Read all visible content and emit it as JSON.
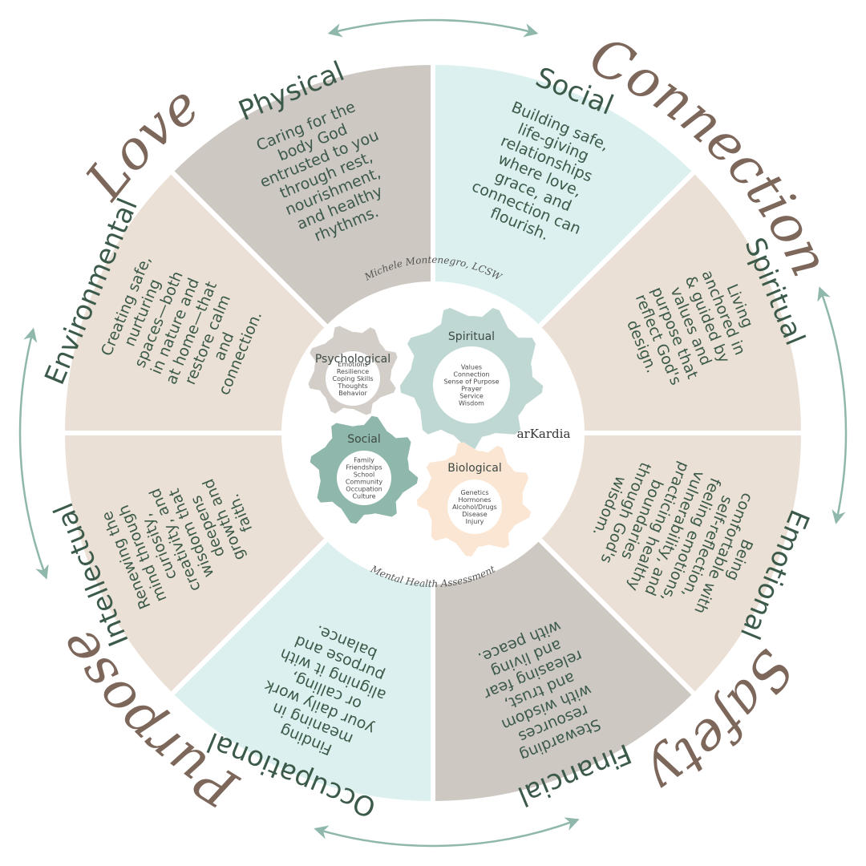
{
  "colors": {
    "mint": "#dcf1ef",
    "beige": "#ebe0d6",
    "gray": "#cdc8c1",
    "arrow": "#8fb7ac",
    "outer_word": "#7d675b",
    "text": "#3c5a4a"
  },
  "outer_words": [
    "Love",
    "Connection",
    "Safety",
    "Purpose"
  ],
  "segments": [
    {
      "title": "Social",
      "lines": [
        "Building safe,",
        "life-giving",
        "relationships",
        "where love,",
        "grace, and",
        "connection can",
        "flourish."
      ],
      "color": "mint"
    },
    {
      "title": "Spiritual",
      "lines": [
        "Living",
        "anchored in",
        "& guided by",
        "values and",
        "purpose that",
        "reflect God's",
        "design."
      ],
      "color": "beige"
    },
    {
      "title": "Emotional",
      "lines": [
        "Being",
        "comfortable with",
        "self-reflection,",
        "feeling emotions,",
        "vulnerability, and",
        "practicing healthy",
        "boundaries",
        "through God's",
        "wisdom."
      ],
      "color": "beige"
    },
    {
      "title": "Financial",
      "lines": [
        "Stewarding",
        "resources",
        "with wisdom",
        "and trust,",
        "releasing fear",
        "and living",
        "with peace."
      ],
      "color": "gray"
    },
    {
      "title": "Occupational",
      "lines": [
        "Finding",
        "meaning in",
        "your daily work",
        "or calling,",
        "aligning it with",
        "purpose and",
        "balance."
      ],
      "color": "mint"
    },
    {
      "title": "Intellectual",
      "lines": [
        "Renewing the",
        "mind through",
        "curiosity,",
        "creativity, and",
        "wisdom that",
        "deepens",
        "growth and",
        "faith."
      ],
      "color": "beige"
    },
    {
      "title": "Environmental",
      "lines": [
        "Creating safe,",
        "nurturing",
        "spaces—both",
        "in nature and",
        "at home—that",
        "restore calm",
        "and",
        "connection."
      ],
      "color": "beige"
    },
    {
      "title": "Physical",
      "lines": [
        "Caring for the",
        "body God",
        "entrusted to you",
        "through rest,",
        "nourishment,",
        "and healthy",
        "rhythms."
      ],
      "color": "gray"
    }
  ],
  "center": {
    "author": "Michele Montenegro, LCSW",
    "subtitle": "Mental Health Assessment",
    "brand": "arKardia",
    "gears": [
      {
        "title": "Psychological",
        "items": [
          "Emotions",
          "Resilience",
          "Coping Skills",
          "Thoughts",
          "Behavior"
        ],
        "color": "#d3cec8",
        "icon": "gear-icon"
      },
      {
        "title": "Spiritual",
        "items": [
          "Values",
          "Connection",
          "Sense of Purpose",
          "Prayer",
          "Service",
          "Wisdom"
        ],
        "color": "#bfd8d3",
        "icon": "gear-icon"
      },
      {
        "title": "Social",
        "items": [
          "Family",
          "Friendships",
          "School",
          "Community",
          "Occupation",
          "Culture"
        ],
        "color": "#8fb7ac",
        "icon": "gear-icon"
      },
      {
        "title": "Biological",
        "items": [
          "Genetics",
          "Hormones",
          "Alcohol/Drugs",
          "Disease",
          "Injury"
        ],
        "color": "#fbe5d3",
        "icon": "gear-icon"
      }
    ]
  }
}
